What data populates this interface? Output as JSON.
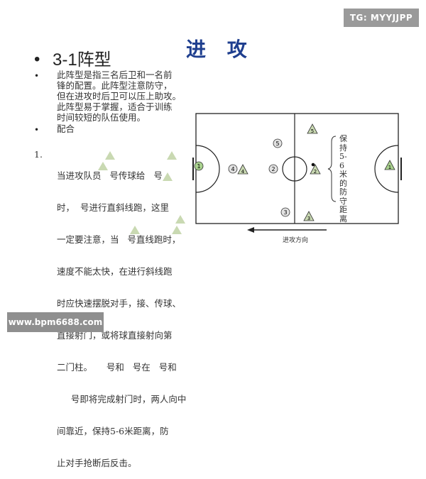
{
  "watermark_top": "TG: MYYJJPP",
  "watermark_bottom": "www.bpm6688.com",
  "title": "进 攻",
  "heading": "3-1阵型",
  "bullet": "•",
  "description_lines": [
    "此阵型是指三名后卫和一名前",
    "锋的配置。此阵型注意防守，",
    "但在进攻时后卫可以压上助攻。",
    "此阵型易于掌握，适合于训练",
    "时间较短的队伍使用。"
  ],
  "combo_label": "配合",
  "item_number": "1.",
  "item_lines": [
    "当进攻队员   号传球给   号",
    "时，  号进行直斜线跑，这里",
    "一定要注意，当   号直线跑时，",
    "速度不能太快，在进行斜线跑",
    "时应快速摆脱对手，接、传球、",
    "直接射门，或将球直接射向第",
    "二门柱。     号和   号在   号和",
    "     号即将完成射门时，两人向中",
    "间靠近，保持5-6米距离，防",
    "止对手抢断后反击。"
  ],
  "field": {
    "side_label": "保持5-6米的防守距离",
    "direction_label": "进攻方向",
    "attackers": [
      "1",
      "2",
      "3",
      "4",
      "5"
    ],
    "defenders": [
      "1",
      "2",
      "3",
      "4",
      "5"
    ]
  },
  "colors": {
    "title": "#1f3f8f",
    "attacker_fill": "#e2e2e2",
    "defender_fill": "#c9d9b2",
    "keeper_fill": "#a9d18e"
  }
}
